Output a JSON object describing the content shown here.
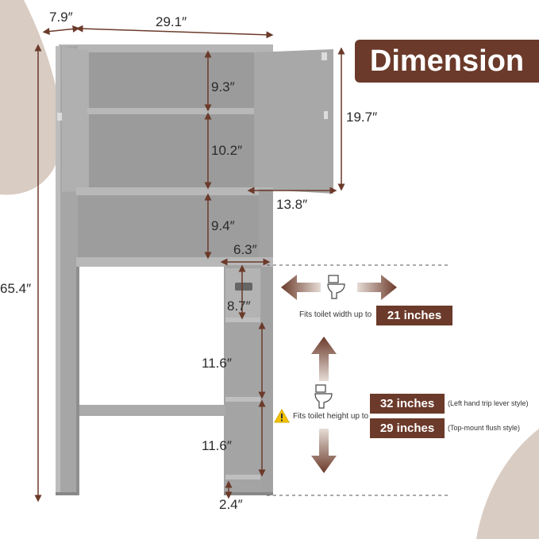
{
  "title": "Dimension",
  "dimensions": {
    "depth": "7.9″",
    "width": "29.1″",
    "height": "65.4″",
    "shelf_top": "9.3″",
    "shelf_mid": "10.2″",
    "cabinet_height": "19.7″",
    "door_width": "13.8″",
    "open_shelf": "9.4″",
    "drawer_width": "6.3″",
    "drawer_height": "8.7″",
    "side_shelf_1": "11.6″",
    "side_shelf_2": "11.6″",
    "bottom_clearance": "2.4″"
  },
  "toilet_width": {
    "label": "Fits toilet width up to",
    "label_bold_word": "width",
    "value": "21 inches"
  },
  "toilet_height": {
    "label": "Fits toilet height up to",
    "option1_value": "32 inches",
    "option1_note": "(Left hand trip lever style)",
    "option2_value": "29 inches",
    "option2_note": "(Top-mount flush style)"
  },
  "colors": {
    "accent": "#6b3a2a",
    "cabinet": "#a9a9a9",
    "cabinet_dark": "#8e8e8e",
    "decor": "#d9ccc3",
    "dimension_line": "#6b3a2a"
  },
  "icons": [
    "toilet-icon",
    "warning-icon",
    "horizontal-arrow-icon",
    "vertical-arrow-icon"
  ]
}
